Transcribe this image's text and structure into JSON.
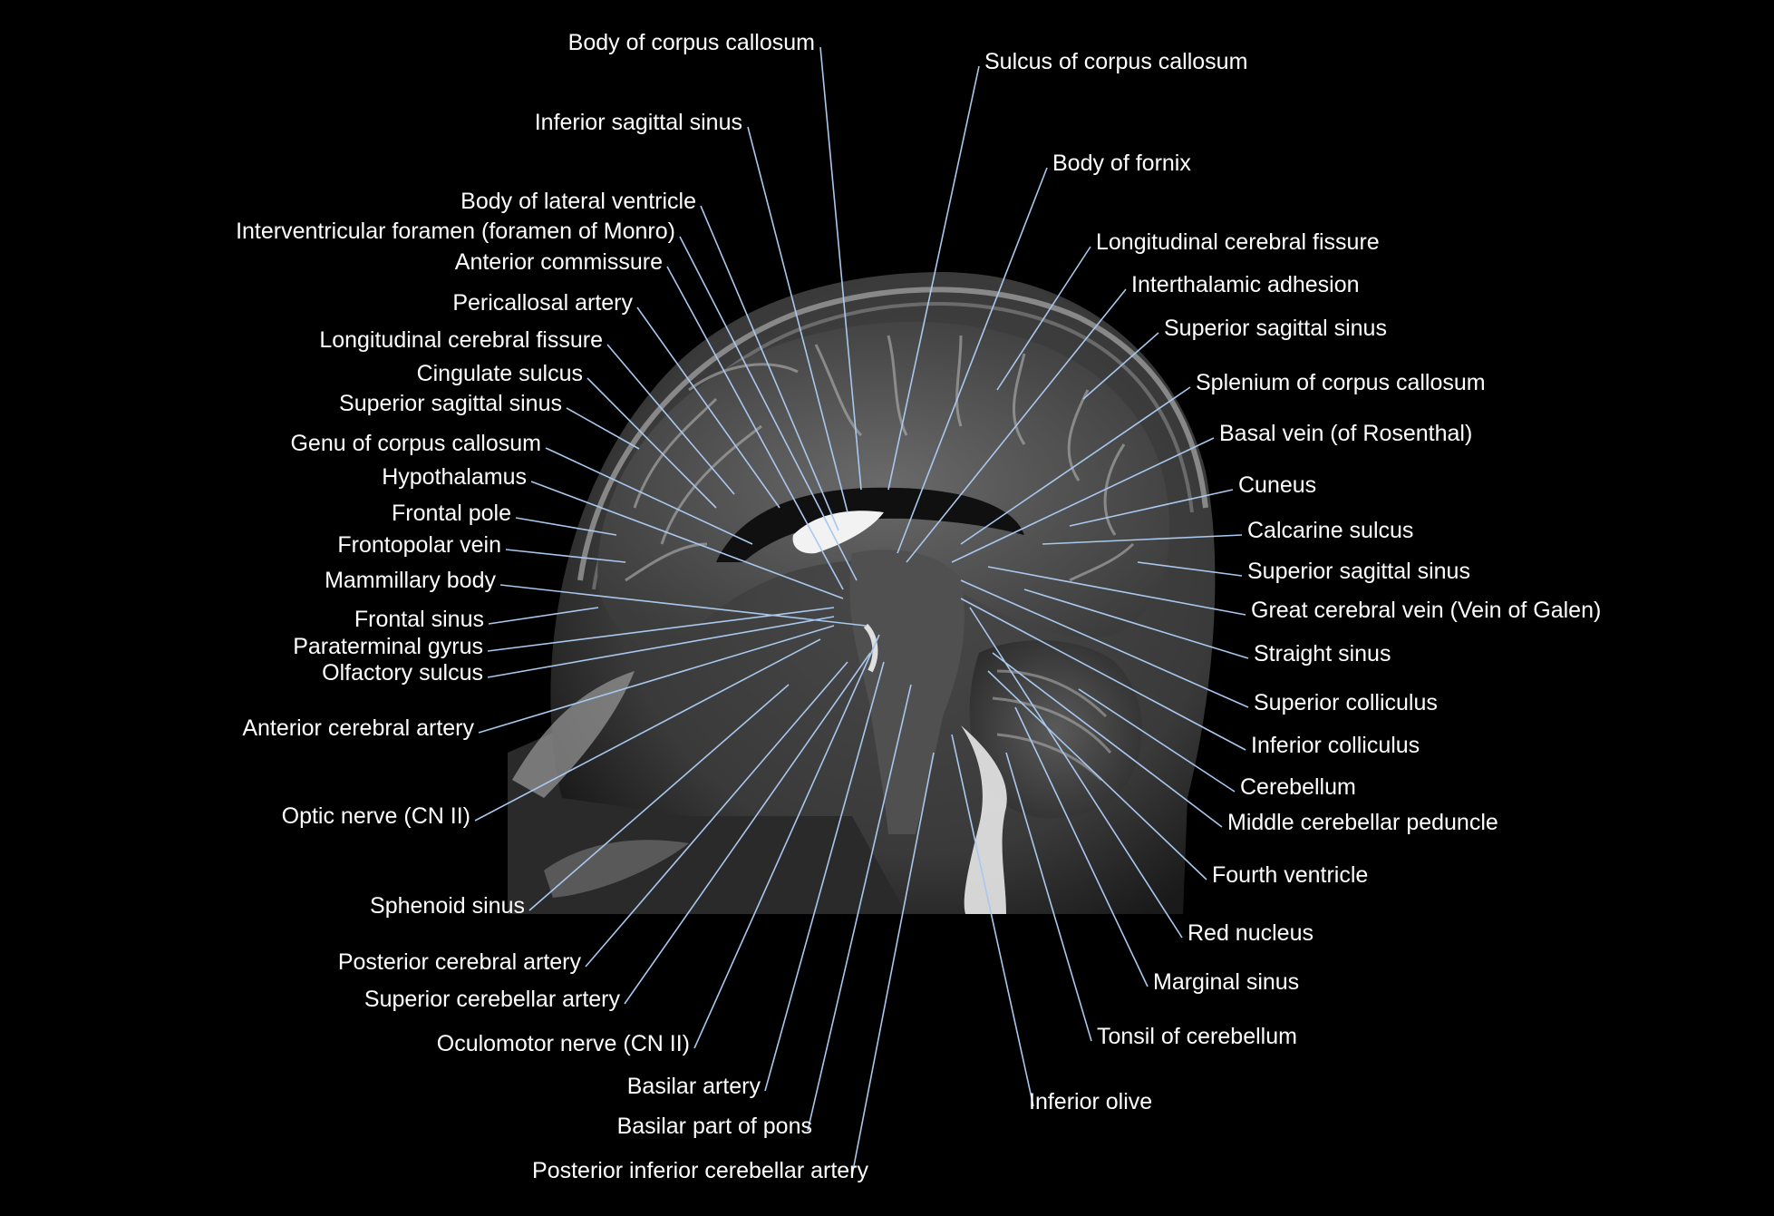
{
  "labels": {
    "body_of_corpus_callosum": "Body of corpus callosum",
    "sulcus_of_corpus_callosum": "Sulcus of corpus callosum",
    "inferior_sagittal_sinus": "Inferior sagittal sinus",
    "body_of_fornix": "Body of fornix",
    "body_of_lateral_ventricle": "Body of lateral ventricle",
    "interventricular_foramen": "Interventricular foramen (foramen of Monro)",
    "longitudinal_cerebral_fissure_r": "Longitudinal cerebral fissure",
    "anterior_commissure": "Anterior commissure",
    "interthalamic_adhesion": "Interthalamic adhesion",
    "pericallosal_artery": "Pericallosal artery",
    "superior_sagittal_sinus_r1": "Superior sagittal sinus",
    "longitudinal_cerebral_fissure_l": "Longitudinal cerebral fissure",
    "cingulate_sulcus": "Cingulate sulcus",
    "splenium_of_corpus_callosum": "Splenium of corpus callosum",
    "superior_sagittal_sinus_l": "Superior sagittal sinus",
    "basal_vein": "Basal vein (of Rosenthal)",
    "genu_of_corpus_callosum": "Genu of corpus callosum",
    "hypothalamus": "Hypothalamus",
    "cuneus": "Cuneus",
    "frontal_pole": "Frontal pole",
    "calcarine_sulcus": "Calcarine sulcus",
    "frontopolar_vein": "Frontopolar vein",
    "superior_sagittal_sinus_r2": "Superior sagittal sinus",
    "mammillary_body": "Mammillary body",
    "great_cerebral_vein": "Great cerebral vein (Vein of Galen)",
    "frontal_sinus": "Frontal sinus",
    "paraterminal_gyrus": "Paraterminal gyrus",
    "straight_sinus": "Straight sinus",
    "olfactory_sulcus": "Olfactory sulcus",
    "superior_colliculus": "Superior colliculus",
    "anterior_cerebral_artery": "Anterior cerebral artery",
    "inferior_colliculus": "Inferior colliculus",
    "cerebellum": "Cerebellum",
    "optic_nerve": "Optic nerve (CN II)",
    "middle_cerebellar_peduncle": "Middle cerebellar peduncle",
    "fourth_ventricle": "Fourth ventricle",
    "sphenoid_sinus": "Sphenoid sinus",
    "red_nucleus": "Red nucleus",
    "posterior_cerebral_artery": "Posterior cerebral artery",
    "marginal_sinus": "Marginal sinus",
    "superior_cerebellar_artery": "Superior cerebellar artery",
    "tonsil_of_cerebellum": "Tonsil of cerebellum",
    "oculomotor_nerve": "Oculomotor nerve (CN II)",
    "basilar_artery": "Basilar artery",
    "inferior_olive": "Inferior olive",
    "basilar_part_of_pons": "Basilar part of pons",
    "posterior_inferior_cerebellar_artery": "Posterior inferior cerebellar artery"
  },
  "colors": {
    "background": "#000000",
    "text": "#ffffff",
    "leader_line": "#a9c8ee"
  }
}
